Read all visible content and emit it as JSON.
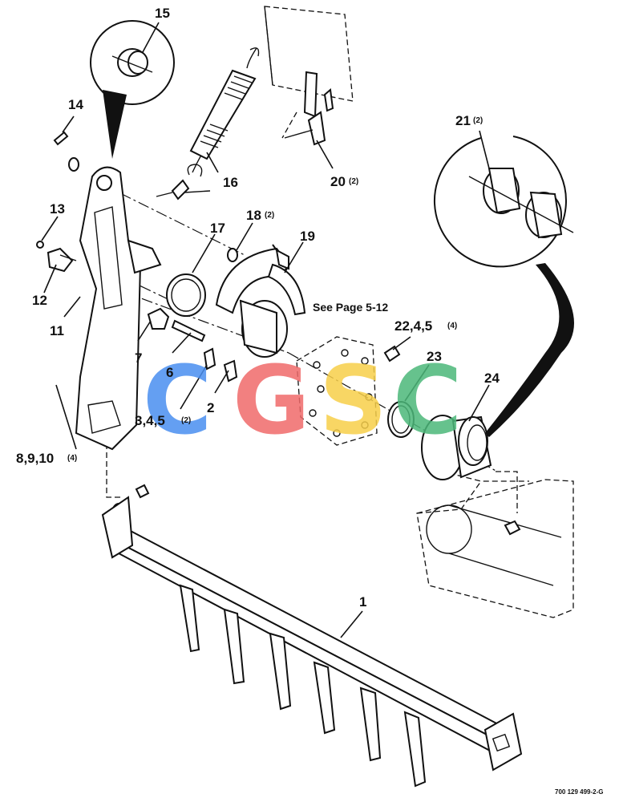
{
  "labels": {
    "l1": "1",
    "l2": "2",
    "l345": "3,4,5",
    "l345_qty": "(2)",
    "l6": "6",
    "l7": "7",
    "l8910": "8,9,10",
    "l8910_qty": "(4)",
    "l11": "11",
    "l12": "12",
    "l13": "13",
    "l14": "14",
    "l15": "15",
    "l16": "16",
    "l17": "17",
    "l18": "18",
    "l18_qty": "(2)",
    "l19": "19",
    "l20": "20",
    "l20_qty": "(2)",
    "l21": "21",
    "l21_qty": "(2)",
    "l2245": "22,4,5",
    "l2245_qty": "(4)",
    "l23": "23",
    "l24": "24"
  },
  "note": "See Page 5-12",
  "drawing_code": "700 129 499-2-G",
  "watermark": {
    "letters": [
      "C",
      "G",
      "S",
      "C"
    ],
    "colors": [
      "#4a8ff0",
      "#f06a6a",
      "#f7cf4a",
      "#4cb87a"
    ]
  }
}
